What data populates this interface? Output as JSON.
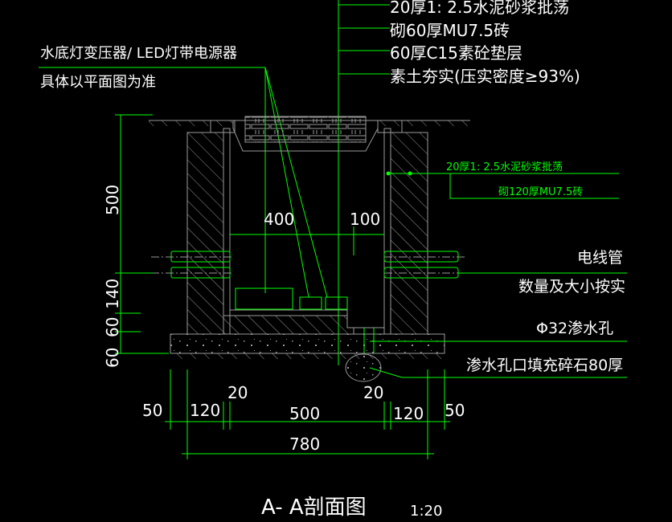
{
  "top_notes": [
    "20厚1: 2.5水泥砂浆批荡",
    "砌60厚MU7.5砖",
    "60厚C15素砼垫层",
    "素土夯实(压实密度≥93%)"
  ],
  "left_note": [
    "水底灯变压器/ LED灯带电源器",
    "具体以平面图为准"
  ],
  "wall_notes": [
    "20厚1: 2.5水泥砂浆批荡",
    "砌120厚MU7.5砖"
  ],
  "right_notes": [
    "电线管",
    "数量及大小按实",
    "Φ32渗水孔",
    "渗水孔口填充碎石80厚"
  ],
  "dims": {
    "vertical": [
      "500",
      "140",
      "60",
      "60"
    ],
    "inner": [
      "400",
      "100"
    ],
    "bottom": [
      "50",
      "120",
      "20",
      "500",
      "20",
      "120",
      "50"
    ],
    "total": "780"
  },
  "title": {
    "name": "A- A剖面图",
    "scale": "1:20"
  },
  "colors": {
    "line": "#00ff00",
    "structure": "#9a9a9a",
    "text": "#ffffff"
  }
}
